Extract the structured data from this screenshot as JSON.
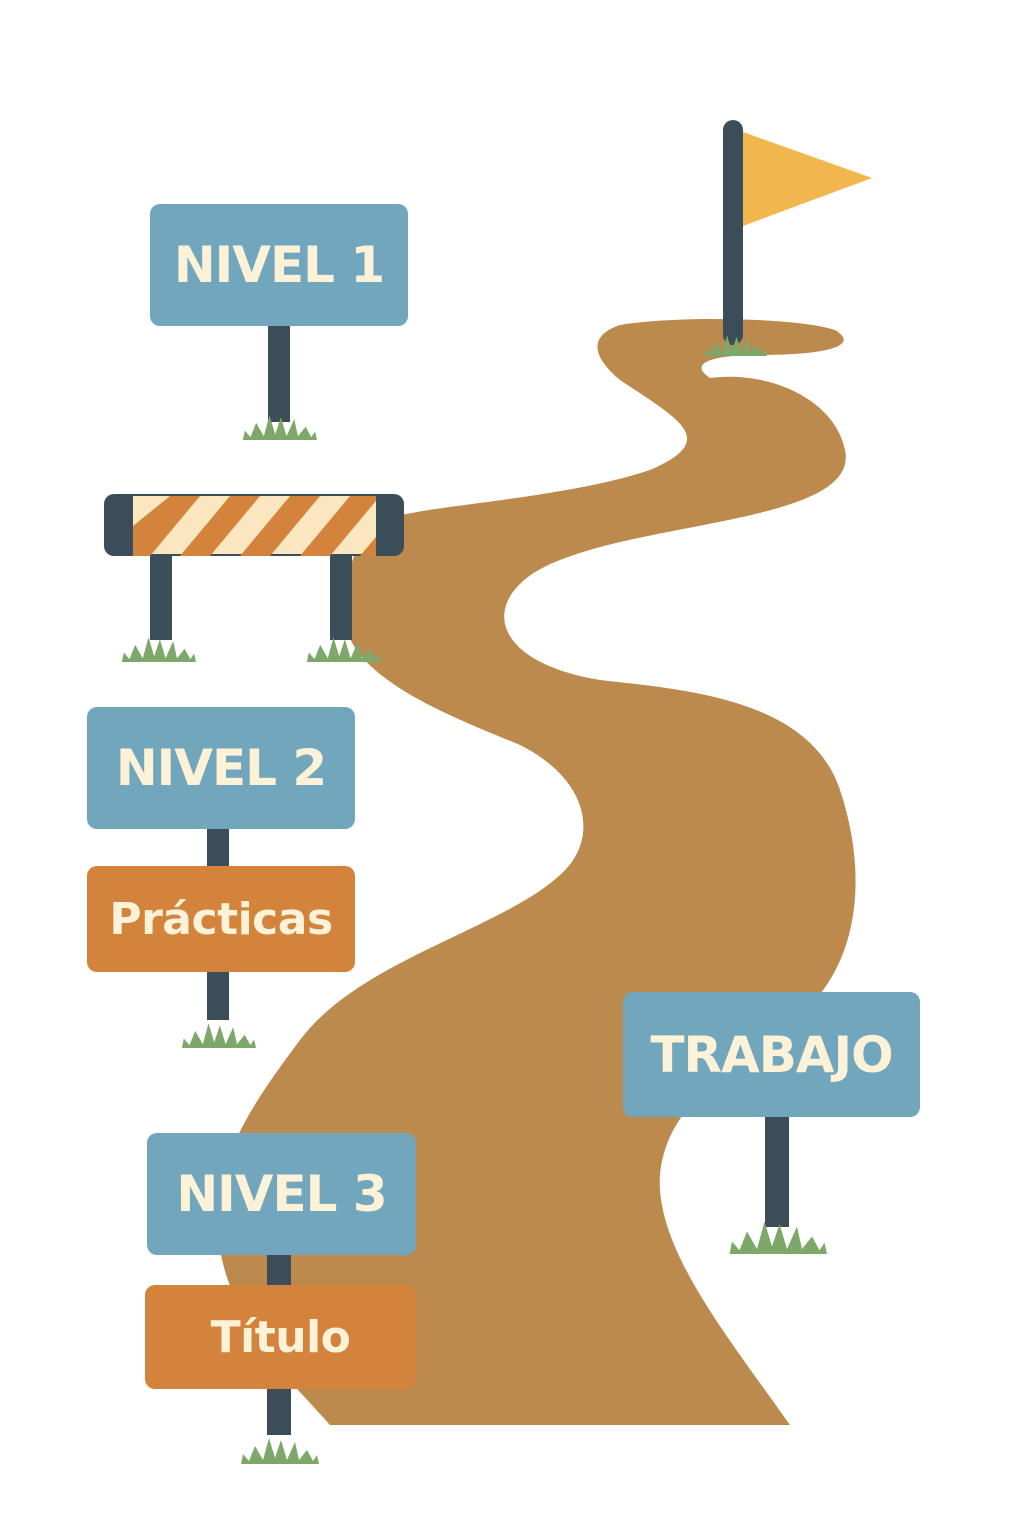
{
  "colors": {
    "path": "#BD8A4E",
    "sign_blue": "#72A6BC",
    "sign_orange": "#D3833B",
    "sign_text": "#FCF2D8",
    "post": "#3C4D5A",
    "grass": "#7DA86A",
    "flag": "#F2B64E",
    "stripe_light": "#FBE7BF",
    "background": "#FFFFFF"
  },
  "signs": {
    "nivel1": "NIVEL 1",
    "nivel2": "NIVEL 2",
    "practicas": "Prácticas",
    "nivel3": "NIVEL 3",
    "titulo": "Título",
    "trabajo": "TRABAJO"
  },
  "icons": {
    "goal": "flag-icon",
    "obstacle": "road-barrier-icon",
    "ground": "grass-tuft-icon"
  }
}
